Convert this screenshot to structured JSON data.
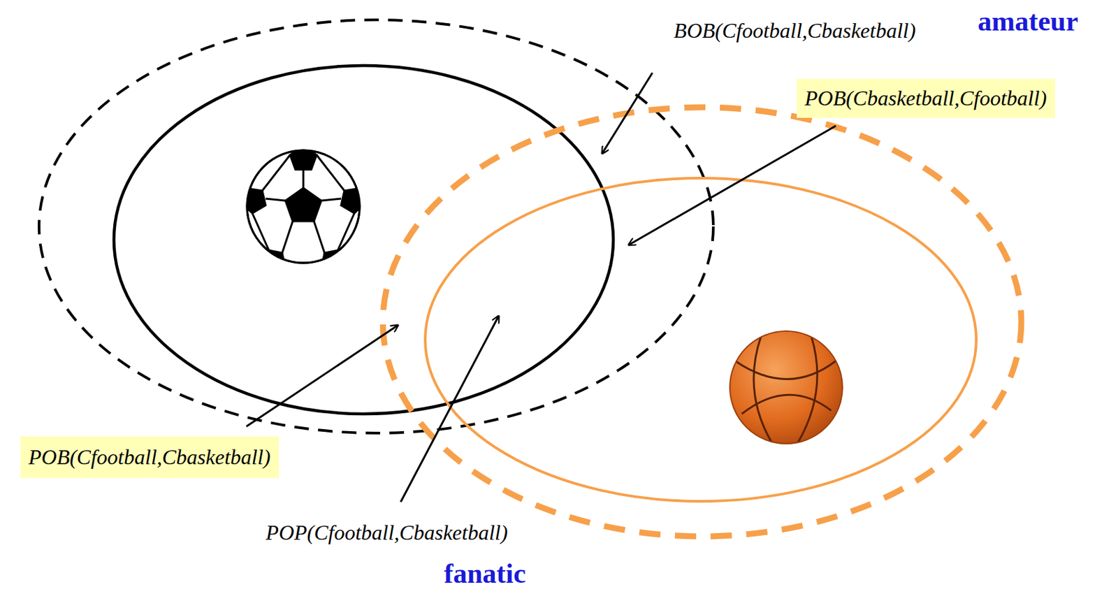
{
  "diagram": {
    "nodes": [
      {
        "text": [
          "POB(Cbasketball,Cfootball)"
        ]
      },
      {
        "text": [
          "POB(Cfootball,Cbasketball)"
        ]
      }
    ],
    "labels": [
      "BOB(Cfootball,Cbasketball)",
      "amateur",
      "POP(Cfootball,Cbasketball)",
      "fanatic"
    ]
  }
}
